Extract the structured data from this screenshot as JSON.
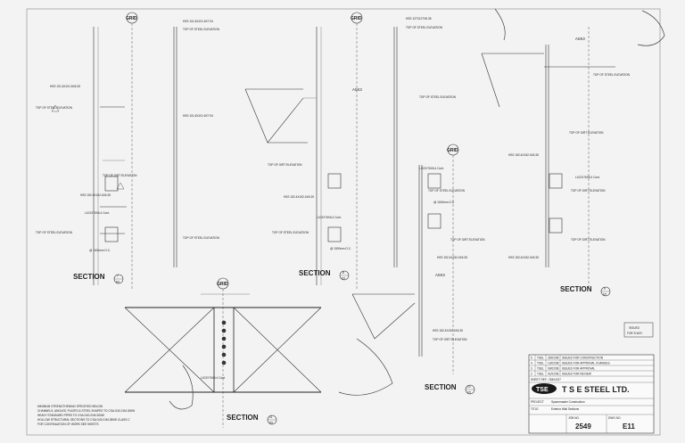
{
  "grid_label": "GRID",
  "sections": {
    "s7": {
      "label": "SECTION",
      "num": "7",
      "sheet": "E5"
    },
    "s8": {
      "label": "SECTION",
      "num": "8",
      "sheet": "E5"
    },
    "s9": {
      "label": "SECTION",
      "num": "9",
      "sheet": "E5"
    },
    "s10": {
      "label": "SECTION",
      "num": "10",
      "sheet": "E5"
    },
    "s11": {
      "label": "SECTION",
      "num": "11",
      "sheet": "E5"
    }
  },
  "callouts": {
    "hss_top1": "HSS 101.6X101.6X7.94",
    "hss_top2": "HSS 127X127X6.35",
    "hss_mid1": "HSS 101.6X101.6X7.94",
    "hss_left1": "HSS 101.6X101.6X6.35",
    "hss_left2": "HSS 152.4X152.4X6.35",
    "hss_right1": "HSS 152.4X152.4X6.35",
    "hss_right2": "HSS 152.4X152.4X6.35",
    "angle1": "L102X76X6.4 Cont.",
    "angle2": "L102X76X6.4 Cont.",
    "ask3_a": "ASK3",
    "ask3_b": "ASK3",
    "ask3_c": "ASK3",
    "top_steel": "TOP OF STEEL ELEVATION",
    "top_girt": "TOP OF GIRT ELEVATION",
    "oc": "@ 1000mm O.C."
  },
  "general_notes": [
    "MINIMUM STRENGTHENING SPECIFIED BELOW",
    "CHANNELS, ANGLES, PLATES & STEEL SHAPES TO CSA G40.21M-300W",
    "HEAVY STANDARD PIPES TO CSA G40.21M-300W",
    "HOLLOW STRUCTURAL SECTIONS TO CSA G40.21M-350W CLASS C",
    "FOR CONTINUATION OF WORK SEE SHEETS"
  ],
  "stamp": {
    "line1": "ISSUED",
    "line2": "FOR S.W.R."
  },
  "revisions": [
    {
      "no": "5",
      "by": "TSEL",
      "date": "25/02/08",
      "desc": "ISSUED FOR CONSTRUCTION"
    },
    {
      "no": "4",
      "by": "TSEL",
      "date": "13/02/08",
      "desc": "ISSUED FOR APPROVAL CHANGES"
    },
    {
      "no": "3",
      "by": "TSEL",
      "date": "09/02/08",
      "desc": "ISSUED FOR APPROVAL"
    },
    {
      "no": "2",
      "by": "TSEL",
      "date": "01/02/08",
      "desc": "ISSUED FOR REVIEW"
    }
  ],
  "sheet_ref": "SHEET REF.: 2549-E07",
  "company": {
    "logo": "TSE",
    "name": "T S E STEEL LTD."
  },
  "title_block": {
    "project_label": "PROJECT",
    "project": "Spacemaster Construction",
    "title_label": "TITLE",
    "title": "Exterior Wall Sections",
    "job_label": "JOB NO.",
    "job": "2549",
    "dwg_label": "DWG NO.",
    "dwg": "E11"
  }
}
